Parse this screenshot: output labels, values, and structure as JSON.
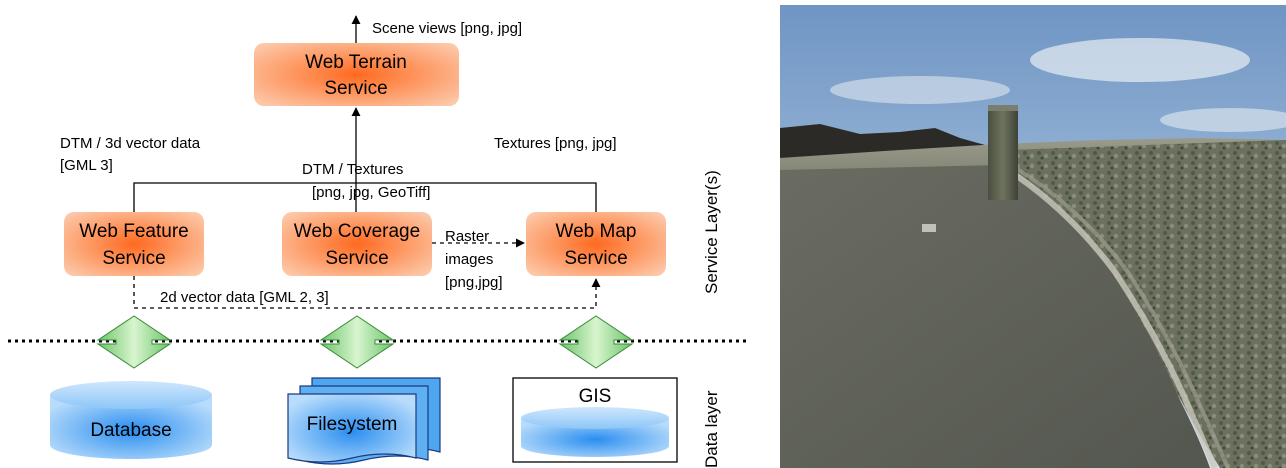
{
  "diagram": {
    "services": {
      "wts": {
        "line1": "Web Terrain",
        "line2": "Service"
      },
      "wfs": {
        "line1": "Web Feature",
        "line2": "Service"
      },
      "wcs": {
        "line1": "Web Coverage",
        "line2": "Service"
      },
      "wms": {
        "line1": "Web Map",
        "line2": "Service"
      }
    },
    "labels": {
      "scene_views": "Scene views [png, jpg]",
      "dtm_vector_1": "DTM / 3d vector data",
      "dtm_vector_2": "[GML 3]",
      "dtm_textures_1": "DTM / Textures",
      "dtm_textures_2": "[png, jpg, GeoTiff]",
      "textures": "Textures [png, jpg]",
      "raster_1": "Raster",
      "raster_2": "images",
      "raster_3": "[png,jpg]",
      "vector_2d": "2d vector data [GML 2, 3]"
    },
    "data_sources": {
      "database": "Database",
      "filesystem": "Filesystem",
      "gis": "GIS"
    },
    "layers": {
      "service": "Service Layer(s)",
      "data": "Data layer"
    },
    "colors": {
      "service_box": "#f9a06a",
      "service_box_center": "#ff7a33",
      "data_fill": "#6fb4f5",
      "data_center": "#2a8ef0",
      "connector_arrow": "#8fd48a"
    }
  },
  "image": {
    "description_icon": "terrain-photo"
  }
}
